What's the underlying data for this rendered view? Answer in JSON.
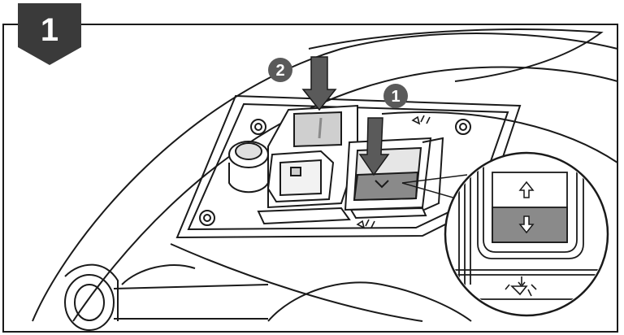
{
  "step": {
    "number": "1",
    "badge_color": "#3a3a3a"
  },
  "callouts": [
    {
      "number": "1",
      "target": "rocker-switch-down"
    },
    {
      "number": "2",
      "target": "square-button-press"
    }
  ],
  "colors": {
    "line": "#1a1a1a",
    "callout_fill": "#5a5a5a",
    "switch_dark": "#8a8a8a",
    "switch_light": "#cfcfcf"
  },
  "icons": [
    "arrow-up-icon",
    "arrow-down-icon",
    "press-down-arrow-icon",
    "recoil-start-icon"
  ]
}
